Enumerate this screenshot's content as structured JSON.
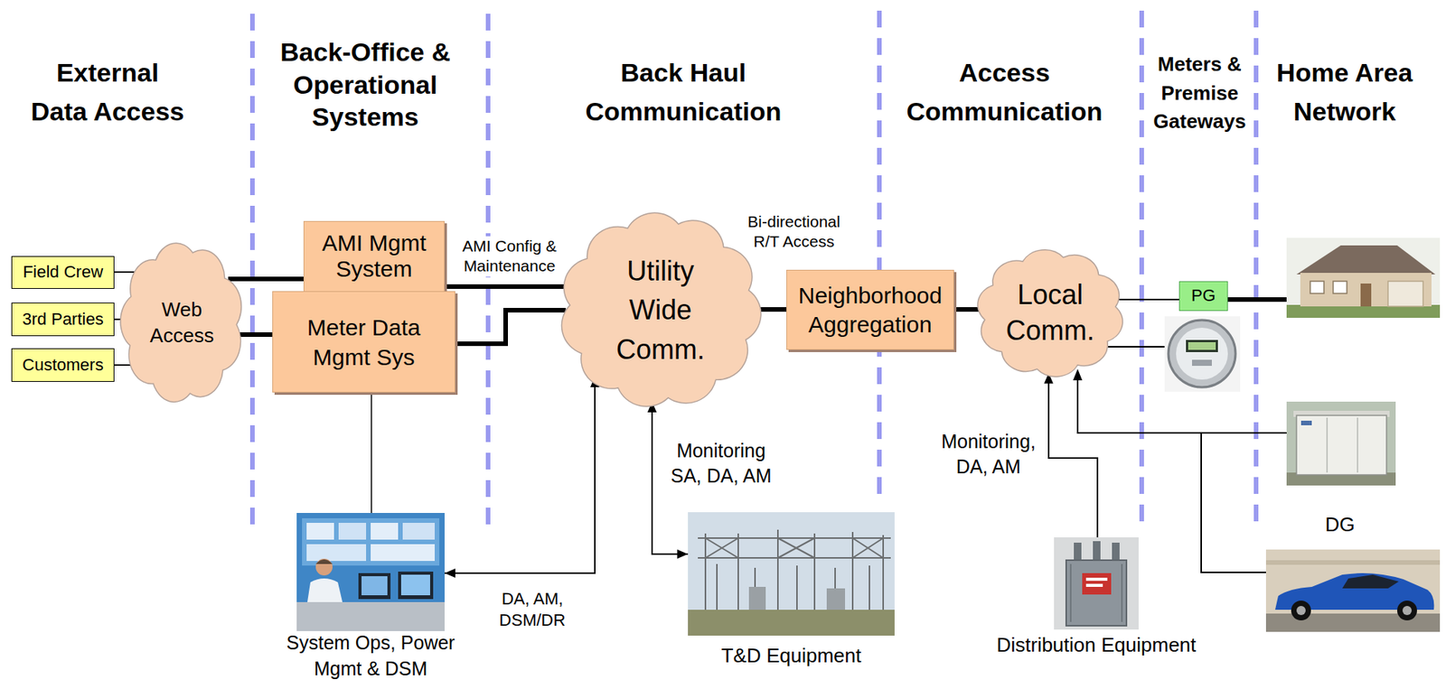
{
  "diagram": {
    "nodes": [
      {
        "text": [
          "Field Crew"
        ]
      },
      {
        "text": [
          "3rd Parties"
        ]
      },
      {
        "text": [
          "Customers"
        ]
      },
      {
        "text": [
          "Web Access"
        ]
      },
      {
        "text": [
          "AMI Mgmt System"
        ]
      },
      {
        "text": [
          "Meter Data Mgmt Sys"
        ]
      },
      {
        "text": [
          "Utility Wide Comm."
        ]
      },
      {
        "text": [
          "Neighborhood Aggregation"
        ]
      },
      {
        "text": [
          "Local Comm."
        ]
      },
      {
        "text": [
          "PG"
        ]
      },
      {
        "text": [
          "System Ops, Power Mgmt & DSM"
        ]
      },
      {
        "text": [
          "T&D Equipment"
        ]
      },
      {
        "text": [
          "Distribution Equipment"
        ]
      }
    ],
    "edges": [
      {
        "from": 0,
        "to": 3,
        "arrow": "none"
      },
      {
        "from": 1,
        "to": 3,
        "arrow": "none"
      },
      {
        "from": 2,
        "to": 3,
        "arrow": "none"
      },
      {
        "from": 3,
        "to": 4,
        "arrow": "none"
      },
      {
        "from": 3,
        "to": 5,
        "arrow": "none"
      },
      {
        "from": 4,
        "to": 6,
        "label": "AMI Config & Maintenance",
        "arrow": "none"
      },
      {
        "from": 5,
        "to": 6,
        "arrow": "none"
      },
      {
        "from": 6,
        "to": 7,
        "arrow": "none"
      },
      {
        "from": 7,
        "to": 8,
        "arrow": "none"
      },
      {
        "from": 8,
        "to": 9,
        "arrow": "none"
      },
      {
        "from": 5,
        "to": 10,
        "arrow": "none"
      },
      {
        "from": 10,
        "to": 6,
        "label": "DA, AM, DSM/DR",
        "arrow": "both"
      },
      {
        "from": 6,
        "to": 11,
        "label": "Monitoring SA, DA, AM",
        "arrow": "both"
      },
      {
        "from": 12,
        "to": 8,
        "label": "Monitoring, DA, AM",
        "arrow": "to"
      }
    ],
    "labels": [
      "External Data Access",
      "Back-Office & Operational Systems",
      "Back Haul Communication",
      "Access Communication",
      "Meters & Premise Gateways",
      "Home Area Network",
      "Bi-directional R/T Access",
      "DG"
    ]
  }
}
